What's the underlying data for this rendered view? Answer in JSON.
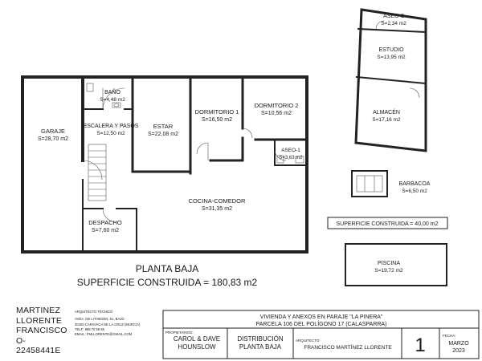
{
  "plan": {
    "title": "PLANTA BAJA",
    "surface": "SUPERFICIE CONSTRUIDA = 180,83 m2"
  },
  "rooms": {
    "garaje": {
      "name": "GARAJE",
      "area": "S=28,70 m2"
    },
    "bano": {
      "name": "BAÑO",
      "area": "S=4,48 m2"
    },
    "escalera": {
      "name": "ESCALERA Y PASOS",
      "area": "S=12,50 m2"
    },
    "estar": {
      "name": "ESTAR",
      "area": "S=22,08 m2"
    },
    "dormitorio1": {
      "name": "DORMITORIO 1",
      "area": "S=16,50 m2"
    },
    "dormitorio2": {
      "name": "DORMITORIO 2",
      "area": "S=10,56 m2"
    },
    "aseo1": {
      "name": "ASEO-1",
      "area": "S=3,63 m2"
    },
    "cocina": {
      "name": "COCINA-COMEDOR",
      "area": "S=31,35 m2"
    },
    "despacho": {
      "name": "DESPACHO",
      "area": "S=7,60 m2"
    }
  },
  "annex": {
    "aseo2": {
      "name": "ASEO-2",
      "area": "S=2,34 m2"
    },
    "estudio": {
      "name": "ESTUDIO",
      "area": "S=13,95 m2"
    },
    "almacen": {
      "name": "ALMACÉN",
      "area": "S=17,16 m2"
    },
    "barbacoa": {
      "name": "BARBACOA",
      "area": "S=6,50 m2"
    },
    "surface": "SUPERFICIE CONSTRUIDA = 40,00 m2",
    "piscina": {
      "name": "PISCINA",
      "area": "S=19,72 m2"
    }
  },
  "architect": {
    "name_lines": [
      "MARTINEZ",
      "LLORENTE",
      "FRANCISCO",
      "O-",
      "22458441E"
    ],
    "role": "ARQUITECTO TÉCNICO",
    "address_lines": [
      "AVDA. DE LITHEGEN, 51, BAJO",
      "30400 CARAVACA DE LA CRUZ (MURCIA)",
      "TELF: 968 70 56 65",
      "EMAIL: FMLLORENTE@GMAIL.COM"
    ]
  },
  "titleblock": {
    "project_line1": "VIVIENDA Y ANEXOS EN PARAJE \"LA PINERA\"",
    "project_line2": "PARCELA 106 DEL POLÍGONO 17 (CALASPARRA)",
    "owners_label": "PROPIETARIOS:",
    "owners_value": "CAROL & DAVE HOUNSLOW",
    "drawing_value": "DISTRIBUCIÓN PLANTA BAJA",
    "architect_label": "ARQUITECTO:",
    "architect_value": "FRANCISCO MARTÍNEZ LLORENTE",
    "sheet_number": "1",
    "date_label": "FECHA:",
    "date_value": "MARZO 2023"
  }
}
